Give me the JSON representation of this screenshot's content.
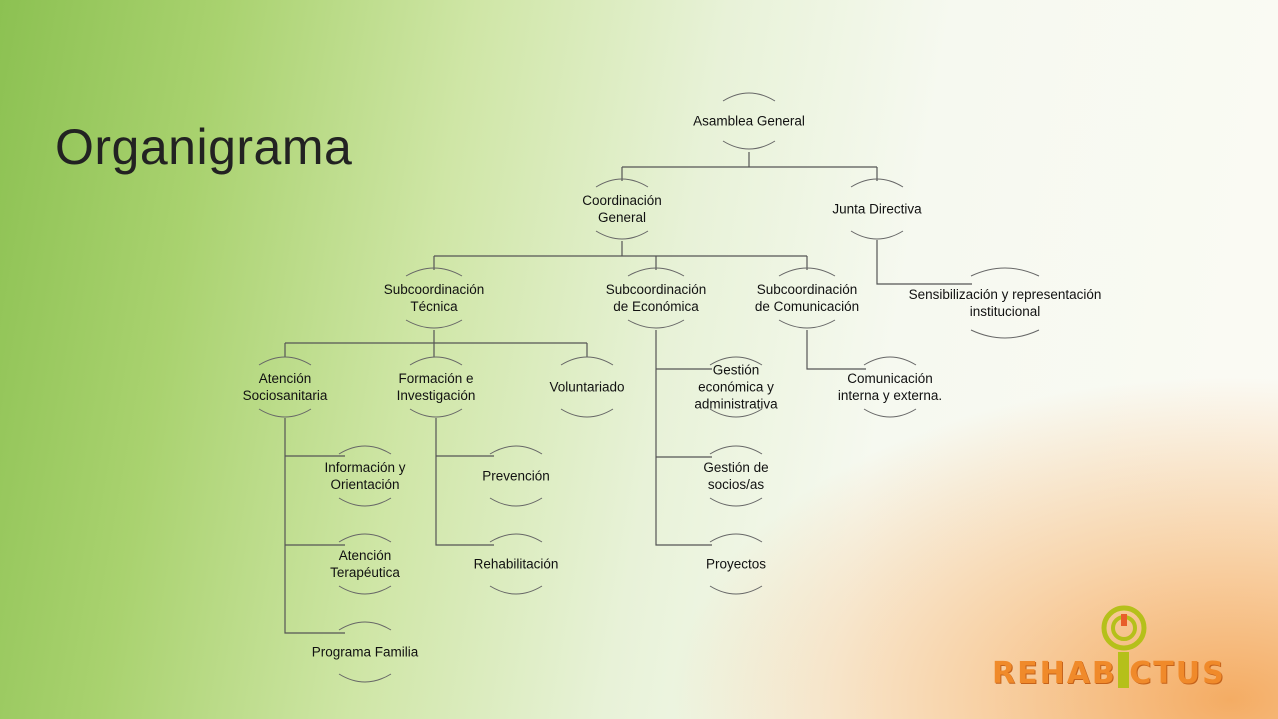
{
  "slide": {
    "title": "Organigrama"
  },
  "nodes": {
    "asamblea": "Asamblea General",
    "coord_general": "Coordinación\nGeneral",
    "junta": "Junta Directiva",
    "sensibilizacion": "Sensibilización y representación\ninstitucional",
    "sub_tecnica": "Subcoordinación\nTécnica",
    "sub_economica": "Subcoordinación\nde Económica",
    "sub_comunicacion": "Subcoordinación\nde Comunicación",
    "atencion_socio": "Atención\nSociosanitaria",
    "formacion": "Formación e\nInvestigación",
    "voluntariado": "Voluntariado",
    "gestion_eco": "Gestión\neconómica y\nadministrativa",
    "gestion_socios": "Gestión de\nsocios/as",
    "proyectos": "Proyectos",
    "comunicacion_ie": "Comunicación\ninterna y externa.",
    "informacion": "Información y\nOrientación",
    "atencion_tera": "Atención\nTerapéutica",
    "programa_familia": "Programa Familia",
    "prevencion": "Prevención",
    "rehabilitacion": "Rehabilitación"
  },
  "logo": {
    "text": "REHAB CTUS",
    "color": "#f08a2a",
    "accent": "#b5c01a"
  }
}
